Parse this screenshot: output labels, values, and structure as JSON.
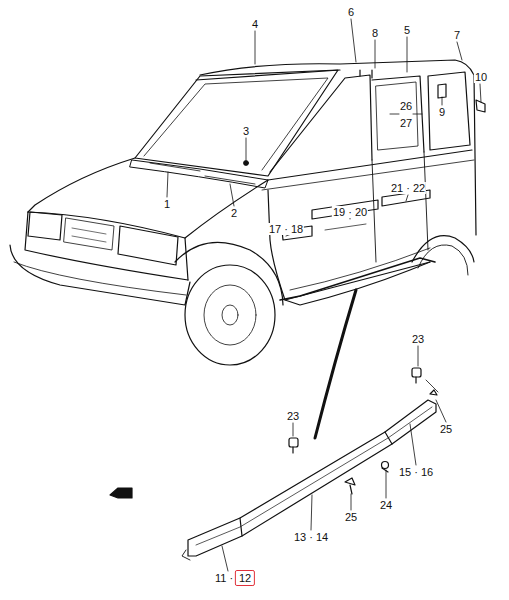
{
  "diagram": {
    "labels": [
      "1",
      "2",
      "3",
      "4",
      "5",
      "6",
      "7",
      "8",
      "9",
      "10",
      "26",
      "27",
      "17 · 18",
      "19 · 20",
      "21 · 22",
      "23",
      "23",
      "25",
      "25",
      "24",
      "15 · 16",
      "13 · 14",
      "11 ·",
      "12"
    ]
  }
}
